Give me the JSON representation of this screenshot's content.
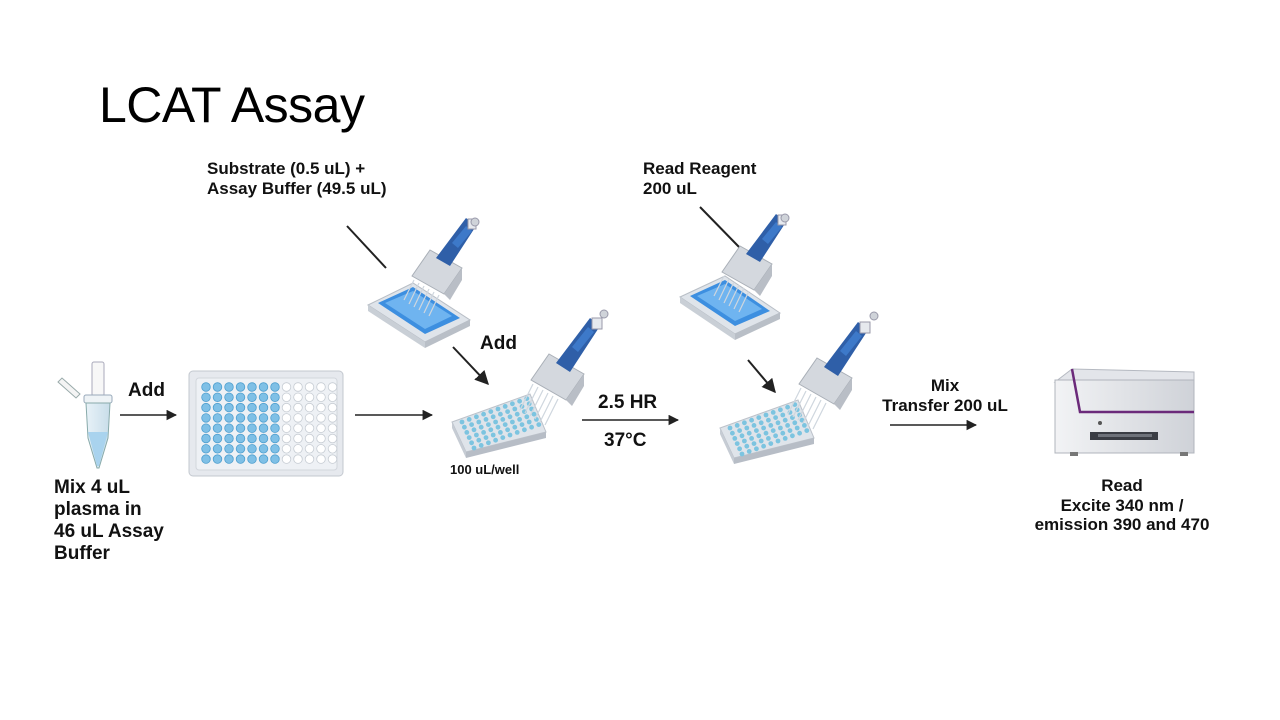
{
  "slide": {
    "title": "LCAT Assay"
  },
  "labels": {
    "substrate": "Substrate (0.5 uL)  +\nAssay Buffer (49.5 uL)",
    "read_reagent": "Read Reagent\n200 uL",
    "add_1": "Add",
    "add_2": "Add",
    "mix_plasma": "Mix 4 uL\nplasma in\n46 uL Assay\nBuffer",
    "per_well": "100 uL/well",
    "incubation_time": "2.5 HR",
    "incubation_temp": "37°C",
    "mix_transfer": "Mix\nTransfer 200 uL",
    "read": "Read\nExcite 340 nm /\nemission 390 and 470"
  },
  "icons": [
    "microtube-icon",
    "96-well-plate-icon",
    "reagent-reservoir-icon",
    "multichannel-pipette-icon",
    "plate-reader-icon"
  ],
  "colors": {
    "pipette_blue": "#2f5fa8",
    "well_blue": "#6bb7e3",
    "plate_gray": "#d9dde2",
    "reader_accent": "#6b2a7a",
    "arrow": "#222222"
  }
}
